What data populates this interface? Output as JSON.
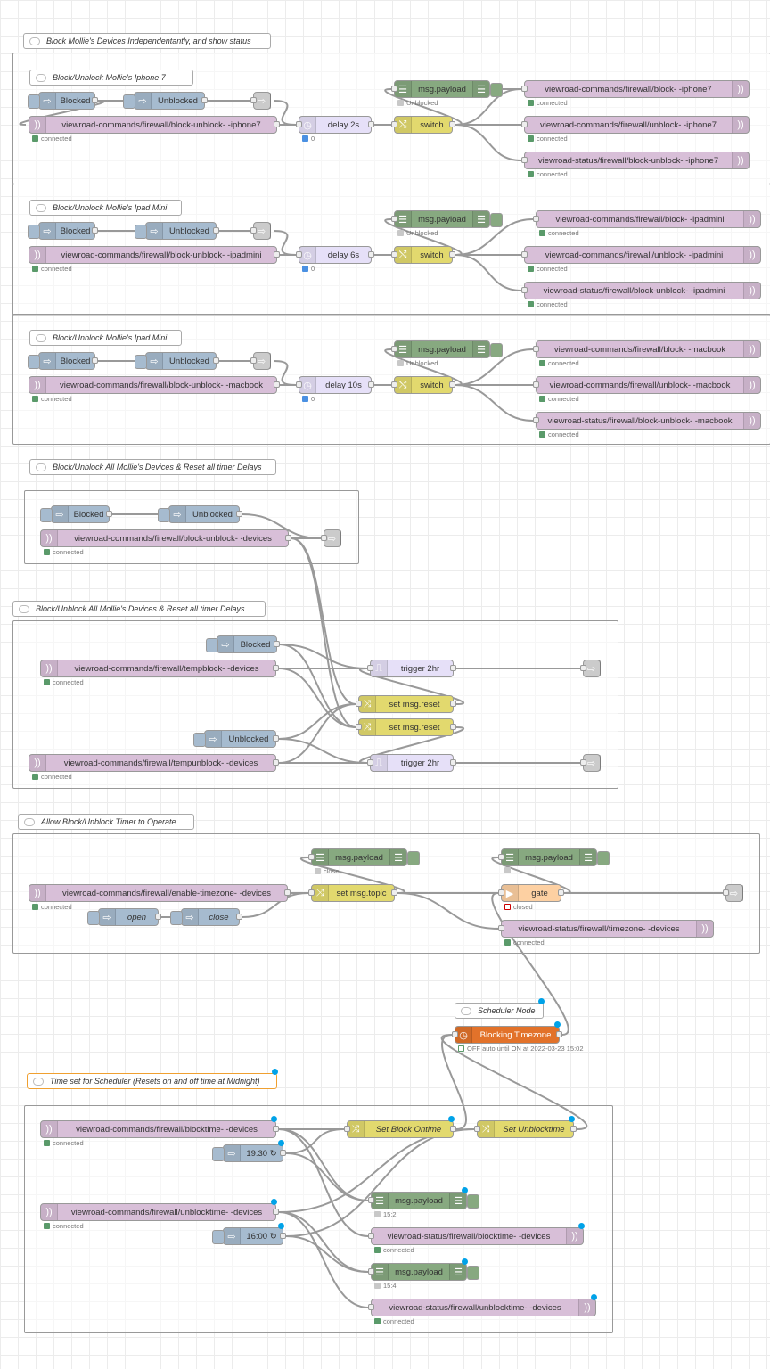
{
  "flow": {
    "groups": [],
    "comments": [
      {
        "id": "c1",
        "text": "Block Mollie's Devices Independentantly, and show status"
      },
      {
        "id": "c2",
        "text": "Block/Unblock Mollie's Iphone 7"
      },
      {
        "id": "c3",
        "text": "Block/Unblock Mollie's Ipad Mini"
      },
      {
        "id": "c4",
        "text": "Block/Unblock Mollie's Ipad Mini"
      },
      {
        "id": "c5",
        "text": "Block/Unblock All Mollie's Devices & Reset all timer Delays"
      },
      {
        "id": "c6",
        "text": "Block/Unblock All Mollie's Devices & Reset all timer Delays"
      },
      {
        "id": "c7",
        "text": "Allow Block/Unblock Timer to Operate"
      },
      {
        "id": "c8",
        "text": "Scheduler Node"
      },
      {
        "id": "c9",
        "text": "Time set for Scheduler (Resets on and off time at Midnight)"
      }
    ],
    "nodes": [
      {
        "id": "i1",
        "label": "Blocked"
      },
      {
        "id": "i2",
        "label": "Unblocked"
      },
      {
        "id": "m1",
        "label": "viewroad-commands/firewall/block-unblock-           -iphone7",
        "status": "connected"
      },
      {
        "id": "d1",
        "label": "delay 2s",
        "status": "0"
      },
      {
        "id": "s1",
        "label": "switch"
      },
      {
        "id": "g1",
        "label": "msg.payload",
        "status": "Unblocked"
      },
      {
        "id": "o1",
        "label": "viewroad-commands/firewall/block-           -iphone7",
        "status": "connected"
      },
      {
        "id": "o2",
        "label": "viewroad-commands/firewall/unblock-           -iphone7",
        "status": "connected"
      },
      {
        "id": "o3",
        "label": "viewroad-status/firewall/block-unblock-           -iphone7",
        "status": "connected"
      },
      {
        "id": "i3",
        "label": "Blocked"
      },
      {
        "id": "i4",
        "label": "Unblocked"
      },
      {
        "id": "m2",
        "label": "viewroad-commands/firewall/block-unblock-           -ipadmini",
        "status": "connected"
      },
      {
        "id": "d2",
        "label": "delay 6s",
        "status": "0"
      },
      {
        "id": "s2",
        "label": "switch"
      },
      {
        "id": "g2",
        "label": "msg.payload",
        "status": "Unblocked"
      },
      {
        "id": "o4",
        "label": "viewroad-commands/firewall/block-           -ipadmini",
        "status": "connected"
      },
      {
        "id": "o5",
        "label": "viewroad-commands/firewall/unblock-           -ipadmini",
        "status": "connected"
      },
      {
        "id": "o6",
        "label": "viewroad-status/firewall/block-unblock-           -ipadmini",
        "status": "connected"
      },
      {
        "id": "i5",
        "label": "Blocked"
      },
      {
        "id": "i6",
        "label": "Unblocked"
      },
      {
        "id": "m3",
        "label": "viewroad-commands/firewall/block-unblock-           -macbook",
        "status": "connected"
      },
      {
        "id": "d3",
        "label": "delay 10s",
        "status": "0"
      },
      {
        "id": "s3",
        "label": "switch"
      },
      {
        "id": "g3",
        "label": "msg.payload",
        "status": "Unblocked"
      },
      {
        "id": "o7",
        "label": "viewroad-commands/firewall/block-           -macbook",
        "status": "connected"
      },
      {
        "id": "o8",
        "label": "viewroad-commands/firewall/unblock-           -macbook",
        "status": "connected"
      },
      {
        "id": "o9",
        "label": "viewroad-status/firewall/block-unblock-           -macbook",
        "status": "connected"
      },
      {
        "id": "i7",
        "label": "Blocked"
      },
      {
        "id": "i8",
        "label": "Unblocked"
      },
      {
        "id": "m4",
        "label": "viewroad-commands/firewall/block-unblock-           -devices",
        "status": "connected"
      },
      {
        "id": "i9",
        "label": "Blocked"
      },
      {
        "id": "m5",
        "label": "viewroad-commands/firewall/tempblock-           -devices",
        "status": "connected"
      },
      {
        "id": "t1",
        "label": "trigger 2hr"
      },
      {
        "id": "ch1",
        "label": "set msg.reset"
      },
      {
        "id": "ch2",
        "label": "set msg.reset"
      },
      {
        "id": "i10",
        "label": "Unblocked"
      },
      {
        "id": "m6",
        "label": "viewroad-commands/firewall/tempunblock-           -devices",
        "status": "connected"
      },
      {
        "id": "t2",
        "label": "trigger 2hr"
      },
      {
        "id": "m7",
        "label": "viewroad-commands/firewall/enable-timezone-           -devices",
        "status": "connected"
      },
      {
        "id": "i11",
        "label": "open"
      },
      {
        "id": "i12",
        "label": "close"
      },
      {
        "id": "ch3",
        "label": "set msg.topic"
      },
      {
        "id": "g4",
        "label": "msg.payload",
        "status": "close"
      },
      {
        "id": "gt1",
        "label": "gate",
        "status": "closed"
      },
      {
        "id": "g5",
        "label": "msg.payload",
        "status": ""
      },
      {
        "id": "o10",
        "label": "viewroad-status/firewall/timezone-           -devices",
        "status": "connected"
      },
      {
        "id": "sc1",
        "label": "Blocking Timezone",
        "status": "OFF auto until ON at 2022-03-23 15:02"
      },
      {
        "id": "m8",
        "label": "viewroad-commands/firewall/blocktime-           -devices",
        "status": "connected"
      },
      {
        "id": "i13",
        "label": "19:30 ↻"
      },
      {
        "id": "ch4",
        "label": "Set Block Ontime"
      },
      {
        "id": "ch5",
        "label": "Set Unblocktime"
      },
      {
        "id": "m9",
        "label": "viewroad-commands/firewall/unblocktime-           -devices",
        "status": "connected"
      },
      {
        "id": "i14",
        "label": "16:00 ↻"
      },
      {
        "id": "g6",
        "label": "msg.payload",
        "status": "15:2"
      },
      {
        "id": "o11",
        "label": "viewroad-status/firewall/blocktime-           -devices",
        "status": "connected"
      },
      {
        "id": "g7",
        "label": "msg.payload",
        "status": "15:4"
      },
      {
        "id": "o12",
        "label": "viewroad-status/firewall/unblocktime-           -devices",
        "status": "connected"
      }
    ],
    "colors": {
      "mqtt": "#d8bfd8",
      "inject": "#a6bbcf",
      "delay": "#e6e0f8",
      "switch": "#e2d96e",
      "debug": "#87a980",
      "gate": "#fdd0a2",
      "scheduler": "#e2722a",
      "link": "#dddddd",
      "status_green": "#5a9a6a",
      "status_blue": "#4a90e2",
      "changed_dot": "#00a2e8"
    },
    "icons": {
      "mqtt": "wifi-signal-icon",
      "inject": "arrow-right-icon",
      "delay": "clock-icon",
      "switch": "switch-arrows-icon",
      "change": "shuffle-icon",
      "debug": "list-icon",
      "trigger": "pulse-icon",
      "gate": "door-icon",
      "scheduler": "clock-icon",
      "link": "link-out-icon",
      "comment": "speech-bubble-icon"
    }
  }
}
